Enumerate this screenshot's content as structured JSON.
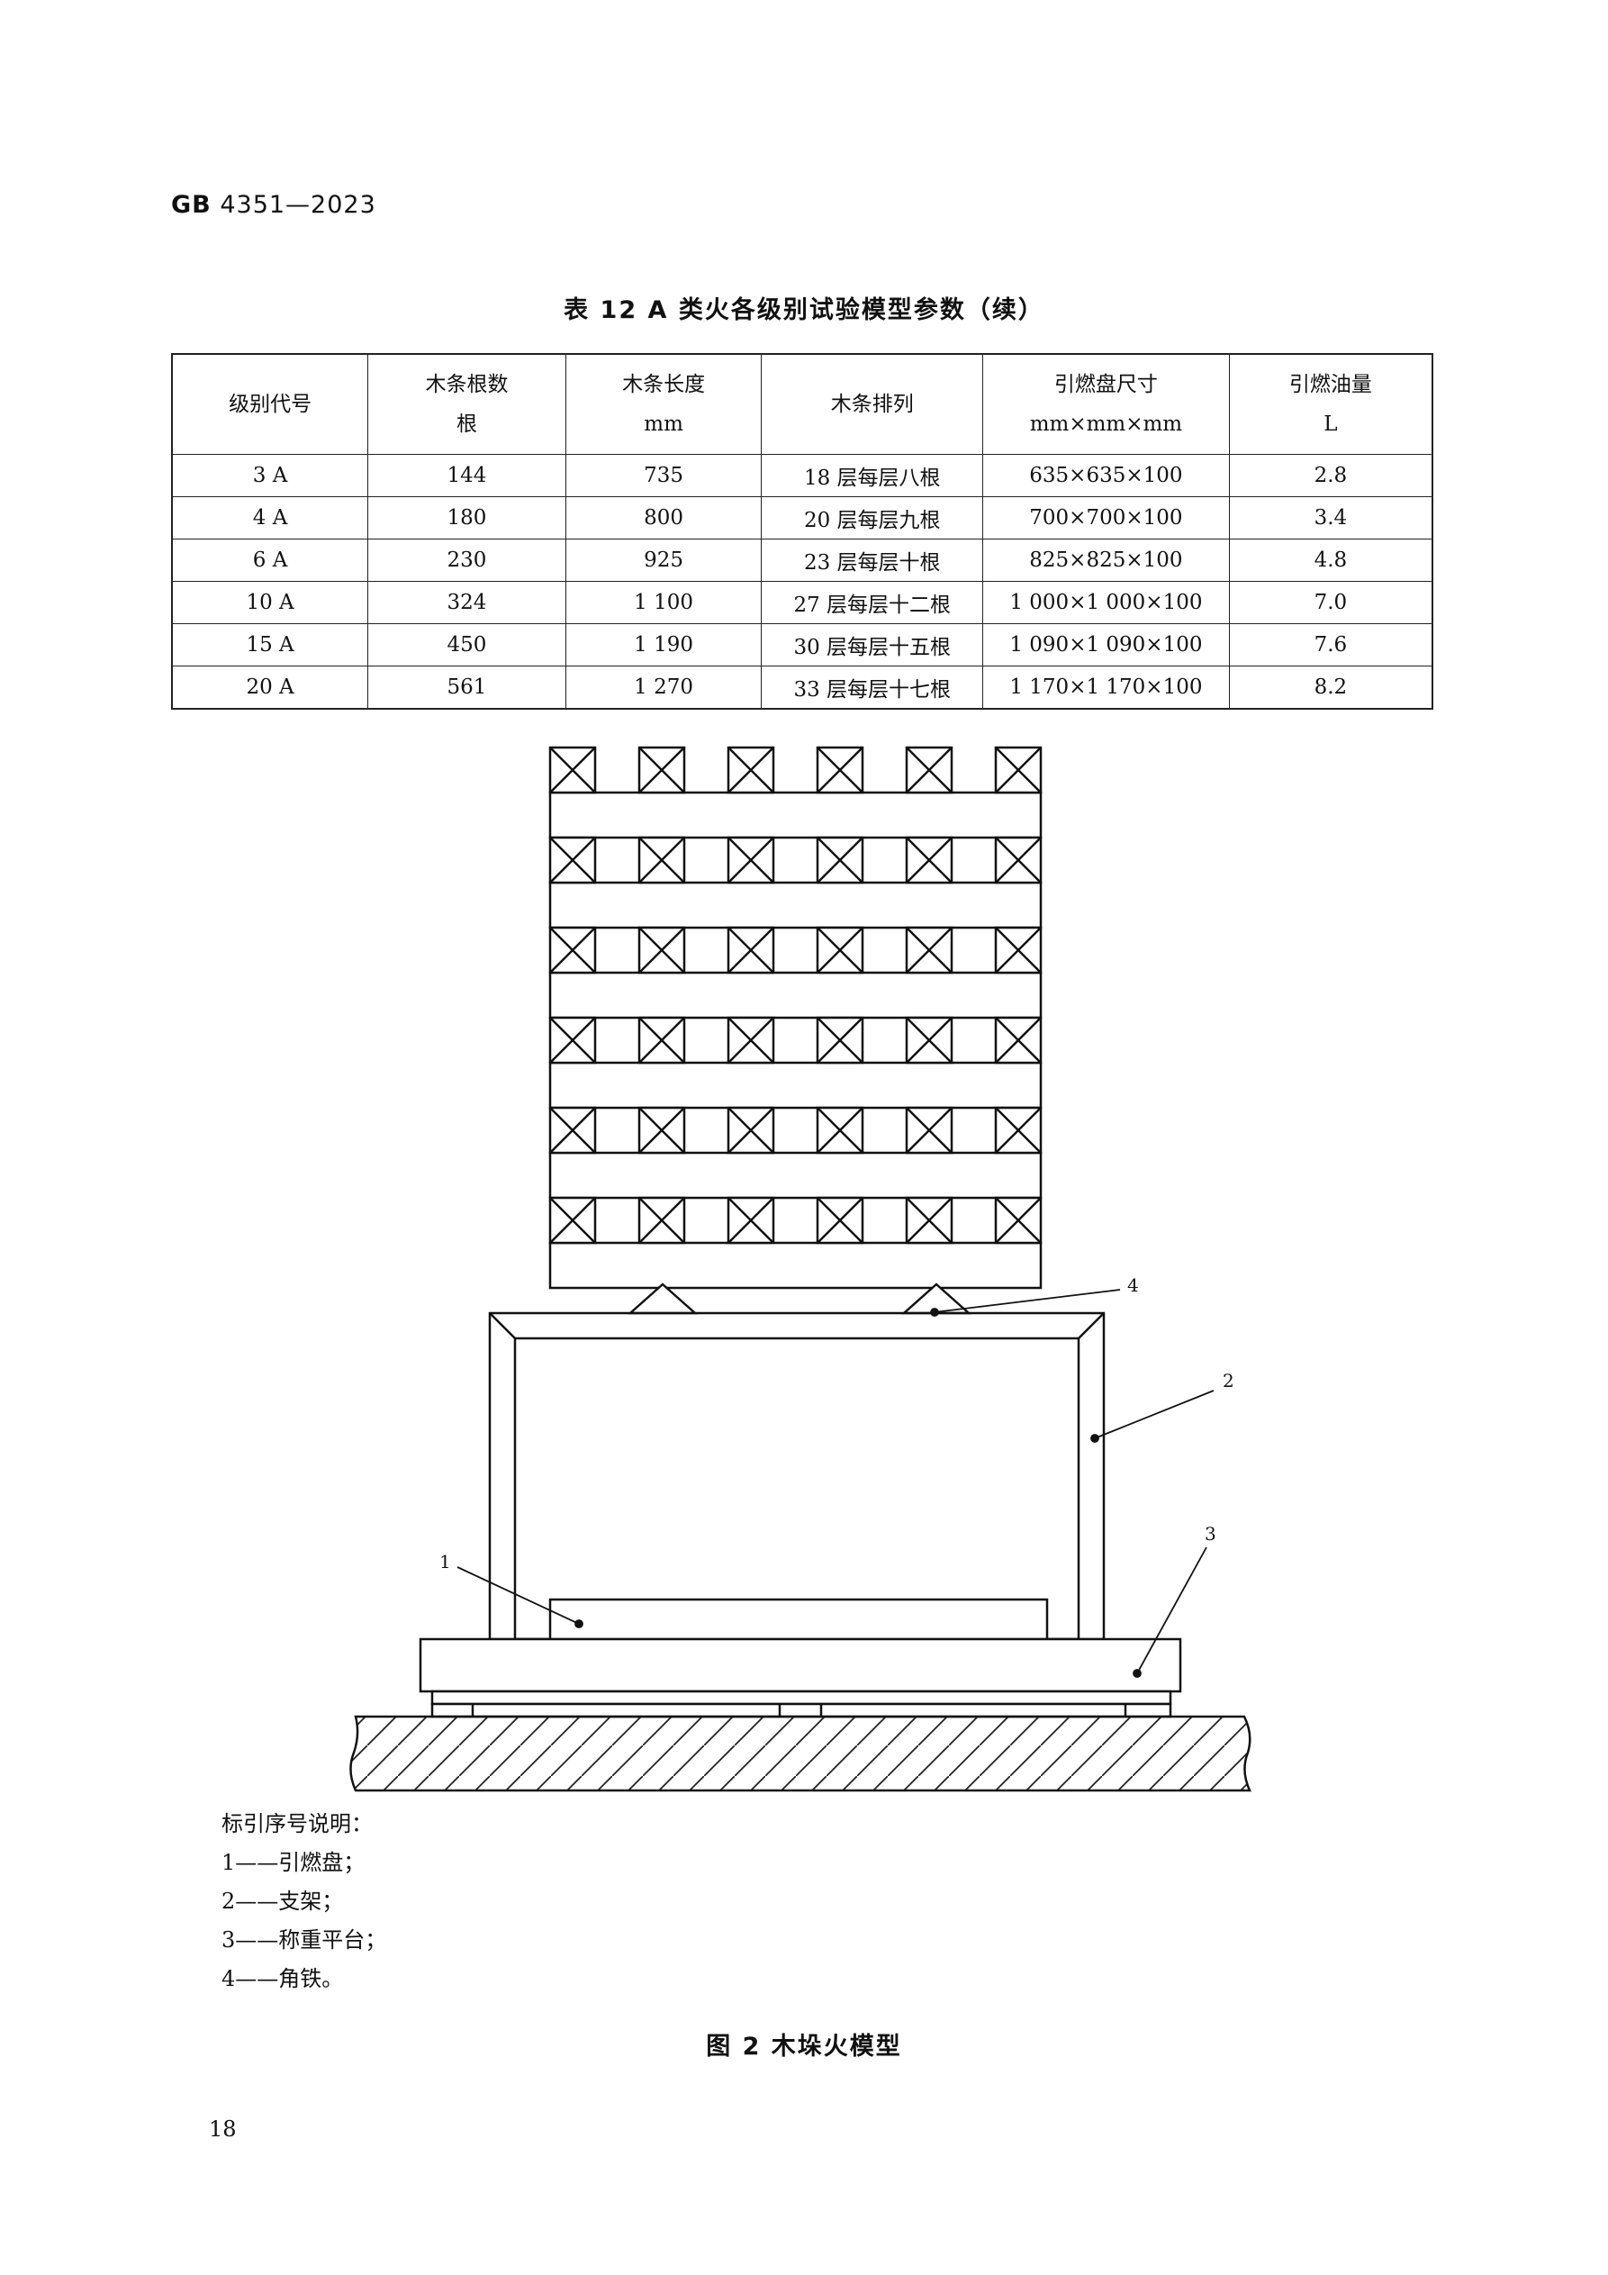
{
  "header": {
    "standard_prefix": "GB",
    "standard_number": "4351—2023"
  },
  "table": {
    "title": "表 12   A 类火各级别试验模型参数（续）",
    "columns": [
      {
        "line1": "级别代号",
        "line2": ""
      },
      {
        "line1": "木条根数",
        "line2": "根"
      },
      {
        "line1": "木条长度",
        "line2": "mm"
      },
      {
        "line1": "木条排列",
        "line2": ""
      },
      {
        "line1": "引燃盘尺寸",
        "line2": "mm×mm×mm"
      },
      {
        "line1": "引燃油量",
        "line2": "L"
      }
    ],
    "rows": [
      [
        "3 A",
        "144",
        "735",
        "18 层每层八根",
        "635×635×100",
        "2.8"
      ],
      [
        "4 A",
        "180",
        "800",
        "20 层每层九根",
        "700×700×100",
        "3.4"
      ],
      [
        "6 A",
        "230",
        "925",
        "23 层每层十根",
        "825×825×100",
        "4.8"
      ],
      [
        "10 A",
        "324",
        "1 100",
        "27 层每层十二根",
        "1 000×1 000×100",
        "7.0"
      ],
      [
        "15 A",
        "450",
        "1 190",
        "30 层每层十五根",
        "1 090×1 090×100",
        "7.6"
      ],
      [
        "20 A",
        "561",
        "1 270",
        "33 层每层十七根",
        "1 170×1 170×100",
        "8.2"
      ]
    ]
  },
  "figure": {
    "callouts": [
      "1",
      "2",
      "3",
      "4"
    ],
    "legend_title": "标引序号说明：",
    "legend": [
      "1——引燃盘；",
      "2——支架；",
      "3——称重平台；",
      "4——角铁。"
    ],
    "caption": "图 2   木垛火模型"
  },
  "page_number": "18"
}
